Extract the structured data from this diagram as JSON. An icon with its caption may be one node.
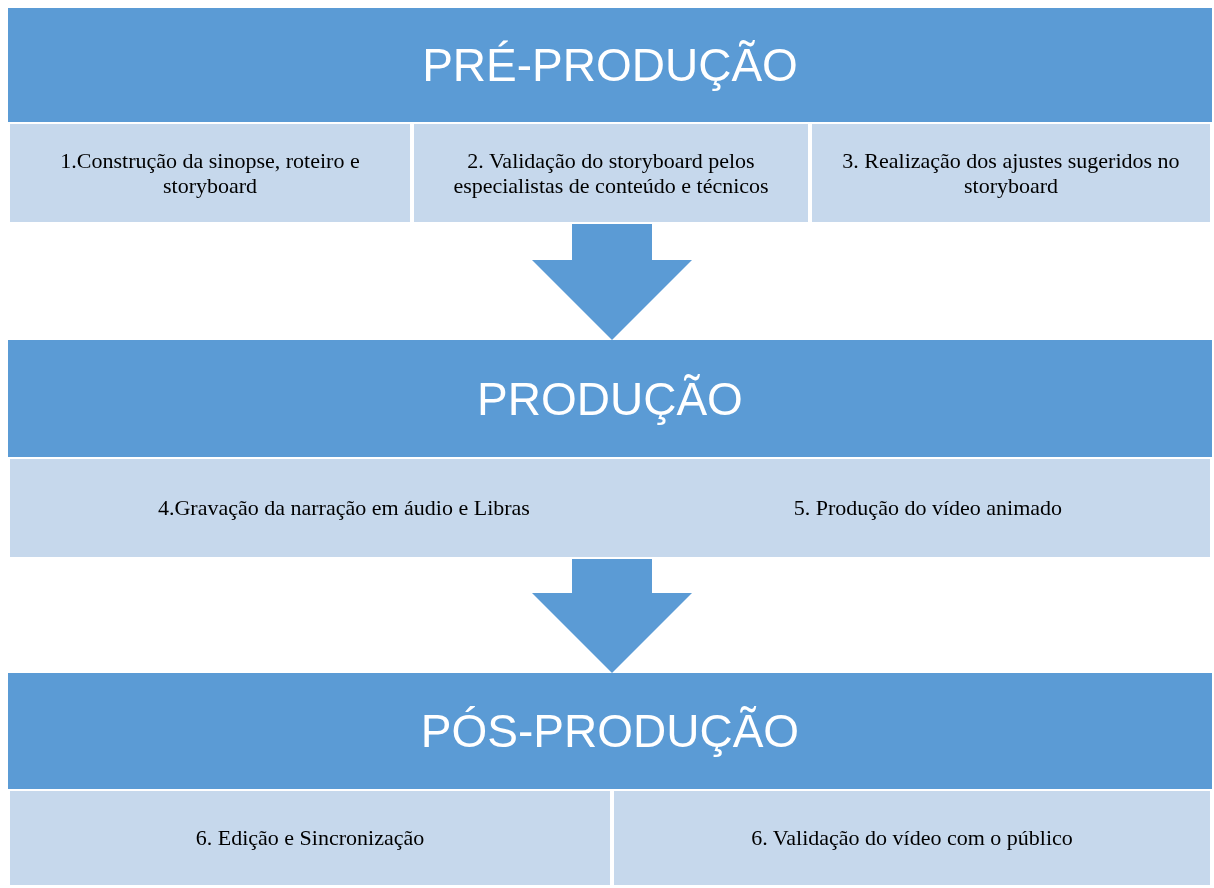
{
  "diagram": {
    "nodes": [
      {
        "text": [
          "PRÉ-PRODUÇÃO"
        ]
      },
      {
        "text": [
          "1.Construção da sinopse, roteiro e storyboard"
        ]
      },
      {
        "text": [
          "2. Validação do storyboard pelos especialistas de conteúdo e técnicos"
        ]
      },
      {
        "text": [
          "3. Realização dos ajustes sugeridos no storyboard"
        ]
      },
      {
        "text": [
          "PRODUÇÃO"
        ]
      },
      {
        "text": [
          "4.Gravação da narração em áudio e Libras",
          "5. Produção do vídeo animado"
        ]
      },
      {
        "text": [
          "PÓS-PRODUÇÃO"
        ]
      },
      {
        "text": [
          "6. Edição e Sincronização"
        ]
      },
      {
        "text": [
          "6. Validação do vídeo com o público"
        ]
      }
    ],
    "edges": [
      {
        "from": 2,
        "to": 4,
        "arrow": "to"
      },
      {
        "from": 5,
        "to": 6,
        "arrow": "to"
      }
    ]
  }
}
